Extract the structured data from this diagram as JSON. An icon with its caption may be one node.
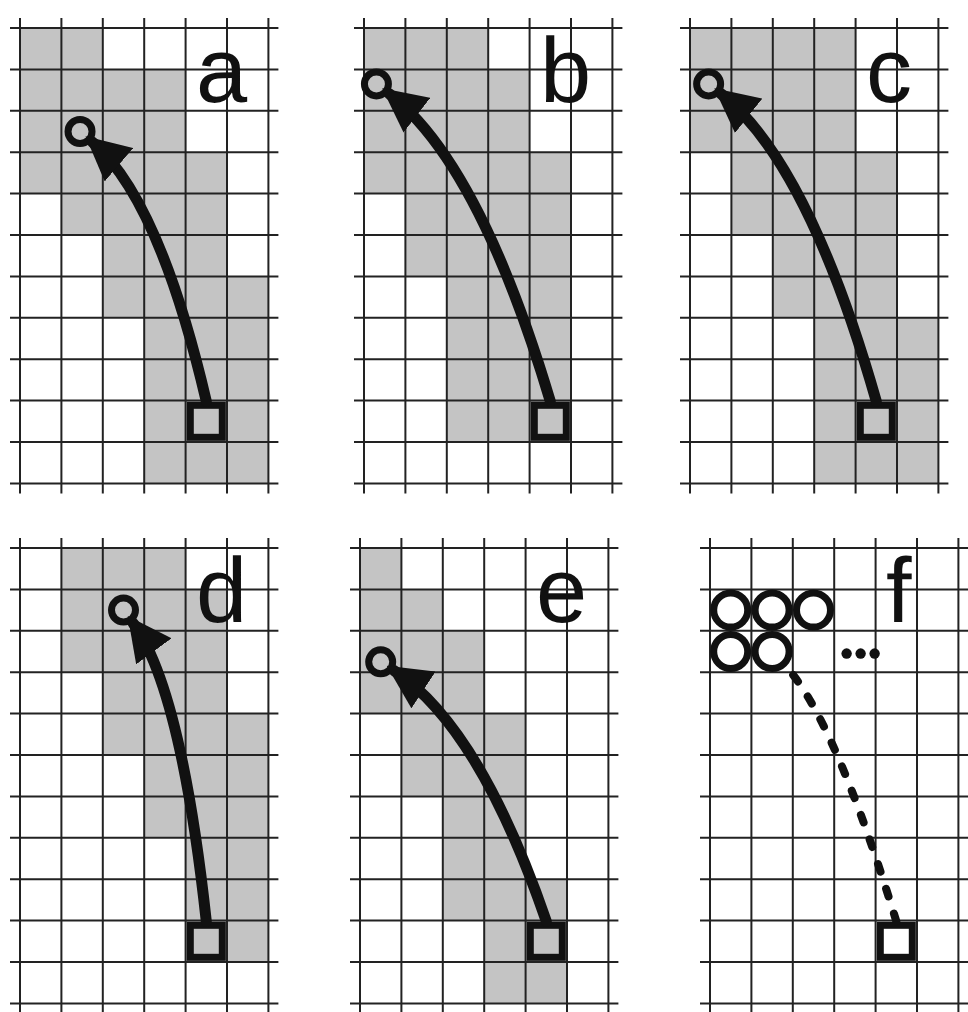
{
  "diagram": {
    "nodes": [
      {
        "text": [],
        "shape": "circle"
      },
      {
        "text": [],
        "shape": "box"
      },
      {
        "text": [],
        "shape": "circle"
      },
      {
        "text": [],
        "shape": "box"
      },
      {
        "text": [],
        "shape": "circle"
      },
      {
        "text": [],
        "shape": "box"
      },
      {
        "text": [],
        "shape": "circle"
      },
      {
        "text": [],
        "shape": "box"
      },
      {
        "text": [],
        "shape": "circle"
      },
      {
        "text": [],
        "shape": "box"
      },
      {
        "text": [],
        "shape": "circle"
      },
      {
        "text": [],
        "shape": "circle"
      },
      {
        "text": [],
        "shape": "circle"
      },
      {
        "text": [],
        "shape": "circle"
      },
      {
        "text": [],
        "shape": "circle"
      },
      {
        "text": [],
        "shape": "box"
      }
    ],
    "edges": [
      {
        "from": 1,
        "to": 0,
        "arrow": "to"
      },
      {
        "from": 3,
        "to": 2,
        "arrow": "to"
      },
      {
        "from": 5,
        "to": 4,
        "arrow": "to"
      },
      {
        "from": 7,
        "to": 6,
        "arrow": "to"
      },
      {
        "from": 9,
        "to": 8,
        "arrow": "to"
      },
      {
        "from": 15,
        "to": 14,
        "arrow": "none",
        "style": "dashed"
      }
    ],
    "labels": [
      "a",
      "b",
      "c",
      "d",
      "e",
      "f"
    ]
  }
}
